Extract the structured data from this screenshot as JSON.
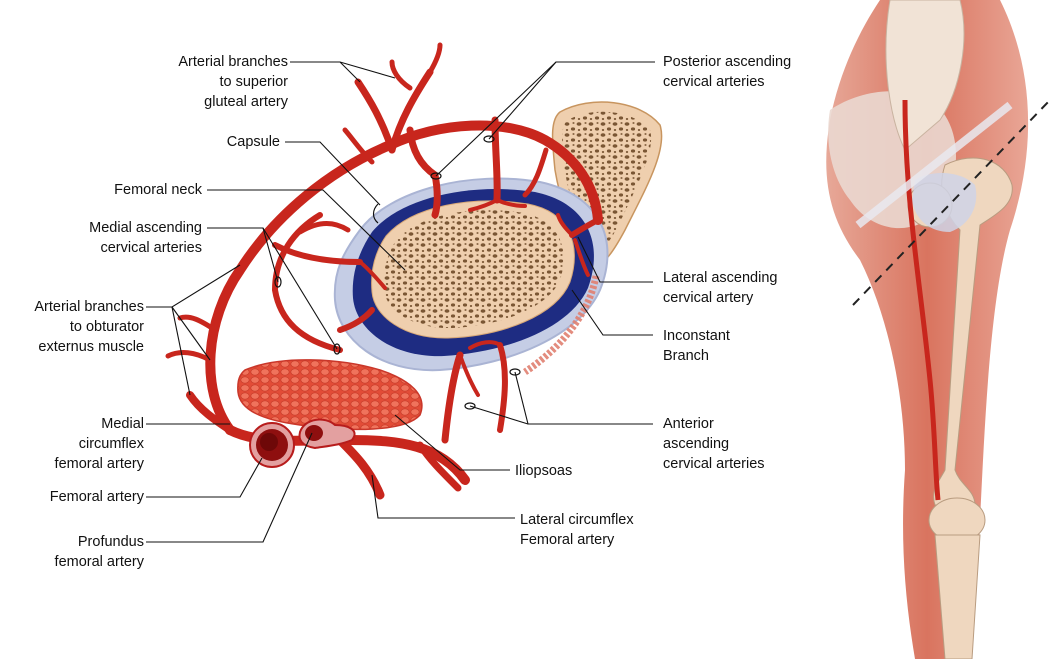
{
  "colors": {
    "artery": "#c8261d",
    "artery_dark": "#8e0f0f",
    "capsule_outer": "#b9c3de",
    "capsule_inner": "#1c2a7c",
    "bone": "#efcfae",
    "bone_pore": "#6e4f2e",
    "muscle": "#e8553f",
    "skin": "#e9b3a0",
    "leader": "#111111"
  },
  "labels": {
    "arterial_superior_gluteal": [
      "Arterial branches",
      "to superior",
      "gluteal artery"
    ],
    "capsule": [
      "Capsule"
    ],
    "femoral_neck": [
      "Femoral neck"
    ],
    "medial_ascending": [
      "Medial ascending",
      "cervical arteries"
    ],
    "arterial_obturator": [
      "Arterial branches",
      "to obturator",
      "externus muscle"
    ],
    "medial_circumflex": [
      "Medial",
      "circumflex",
      "femoral artery"
    ],
    "femoral_artery": [
      "Femoral artery"
    ],
    "profundus": [
      "Profundus",
      "femoral artery"
    ],
    "posterior_ascending": [
      "Posterior ascending",
      "cervical arteries"
    ],
    "lateral_ascending": [
      "Lateral ascending",
      "cervical artery"
    ],
    "inconstant_branch": [
      "Inconstant",
      "Branch"
    ],
    "anterior_ascending": [
      "Anterior",
      "ascending",
      "cervical arteries"
    ],
    "iliopsoas": [
      "Iliopsoas"
    ],
    "lateral_circumflex": [
      "Lateral circumflex",
      "Femoral artery"
    ]
  }
}
